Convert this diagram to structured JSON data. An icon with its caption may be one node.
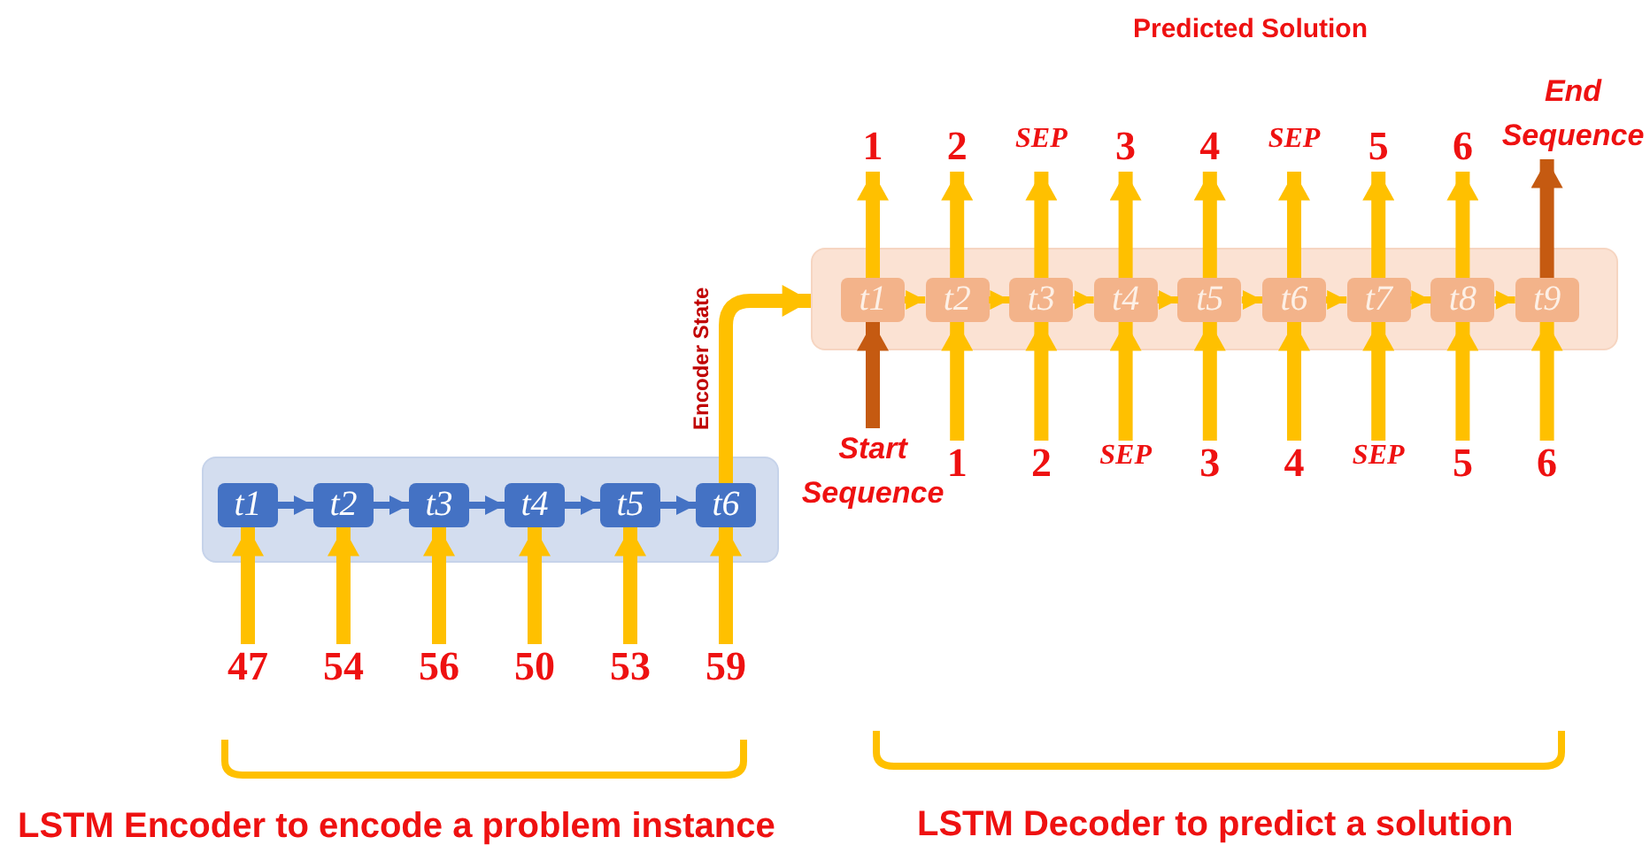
{
  "diagram": {
    "title": "Predicted Solution",
    "nodes": [
      {
        "text": [],
        "shape": "box"
      },
      {
        "text": [
          "t1"
        ],
        "in": 0
      },
      {
        "text": [
          "t2"
        ],
        "in": 0
      },
      {
        "text": [
          "t3"
        ],
        "in": 0
      },
      {
        "text": [
          "t4"
        ],
        "in": 0
      },
      {
        "text": [
          "t5"
        ],
        "in": 0
      },
      {
        "text": [
          "t6"
        ],
        "in": 0
      },
      {
        "text": [
          "47"
        ]
      },
      {
        "text": [
          "54"
        ]
      },
      {
        "text": [
          "56"
        ]
      },
      {
        "text": [
          "50"
        ]
      },
      {
        "text": [
          "53"
        ]
      },
      {
        "text": [
          "59"
        ]
      },
      {
        "text": [],
        "shape": "box"
      },
      {
        "text": [
          "t1"
        ],
        "in": 13
      },
      {
        "text": [
          "t2"
        ],
        "in": 13
      },
      {
        "text": [
          "t3"
        ],
        "in": 13
      },
      {
        "text": [
          "t4"
        ],
        "in": 13
      },
      {
        "text": [
          "t5"
        ],
        "in": 13
      },
      {
        "text": [
          "t6"
        ],
        "in": 13
      },
      {
        "text": [
          "t7"
        ],
        "in": 13
      },
      {
        "text": [
          "t8"
        ],
        "in": 13
      },
      {
        "text": [
          "t9"
        ],
        "in": 13
      },
      {
        "text": [
          "Start Sequence"
        ]
      },
      {
        "text": [
          "1"
        ]
      },
      {
        "text": [
          "2"
        ]
      },
      {
        "text": [
          "SEP"
        ]
      },
      {
        "text": [
          "3"
        ]
      },
      {
        "text": [
          "4"
        ]
      },
      {
        "text": [
          "SEP"
        ]
      },
      {
        "text": [
          "5"
        ]
      },
      {
        "text": [
          "6"
        ]
      },
      {
        "text": [
          "1"
        ]
      },
      {
        "text": [
          "2"
        ]
      },
      {
        "text": [
          "SEP"
        ]
      },
      {
        "text": [
          "3"
        ]
      },
      {
        "text": [
          "4"
        ]
      },
      {
        "text": [
          "SEP"
        ]
      },
      {
        "text": [
          "5"
        ]
      },
      {
        "text": [
          "6"
        ]
      },
      {
        "text": [
          "End Sequence"
        ]
      }
    ],
    "edges": [
      {
        "from": 1,
        "to": 2,
        "arrow": "to",
        "color": "#4472c4"
      },
      {
        "from": 2,
        "to": 3,
        "arrow": "to",
        "color": "#4472c4"
      },
      {
        "from": 3,
        "to": 4,
        "arrow": "to",
        "color": "#4472c4"
      },
      {
        "from": 4,
        "to": 5,
        "arrow": "to",
        "color": "#4472c4"
      },
      {
        "from": 5,
        "to": 6,
        "arrow": "to",
        "color": "#4472c4"
      },
      {
        "from": 7,
        "to": 1,
        "arrow": "to"
      },
      {
        "from": 8,
        "to": 2,
        "arrow": "to"
      },
      {
        "from": 9,
        "to": 3,
        "arrow": "to"
      },
      {
        "from": 10,
        "to": 4,
        "arrow": "to"
      },
      {
        "from": 11,
        "to": 5,
        "arrow": "to"
      },
      {
        "from": 12,
        "to": 6,
        "arrow": "to"
      },
      {
        "from": 6,
        "to": 13,
        "arrow": "to",
        "label": "Encoder State"
      },
      {
        "from": 14,
        "to": 15,
        "arrow": "to"
      },
      {
        "from": 15,
        "to": 16,
        "arrow": "to"
      },
      {
        "from": 16,
        "to": 17,
        "arrow": "to"
      },
      {
        "from": 17,
        "to": 18,
        "arrow": "to"
      },
      {
        "from": 18,
        "to": 19,
        "arrow": "to"
      },
      {
        "from": 19,
        "to": 20,
        "arrow": "to"
      },
      {
        "from": 20,
        "to": 21,
        "arrow": "to"
      },
      {
        "from": 21,
        "to": 22,
        "arrow": "to"
      },
      {
        "from": 23,
        "to": 14,
        "arrow": "to",
        "color": "#c55a11"
      },
      {
        "from": 24,
        "to": 15,
        "arrow": "to"
      },
      {
        "from": 25,
        "to": 16,
        "arrow": "to"
      },
      {
        "from": 26,
        "to": 17,
        "arrow": "to"
      },
      {
        "from": 27,
        "to": 18,
        "arrow": "to"
      },
      {
        "from": 28,
        "to": 19,
        "arrow": "to"
      },
      {
        "from": 29,
        "to": 20,
        "arrow": "to"
      },
      {
        "from": 30,
        "to": 21,
        "arrow": "to"
      },
      {
        "from": 31,
        "to": 22,
        "arrow": "to"
      },
      {
        "from": 14,
        "to": 32,
        "arrow": "to"
      },
      {
        "from": 15,
        "to": 33,
        "arrow": "to"
      },
      {
        "from": 16,
        "to": 34,
        "arrow": "to"
      },
      {
        "from": 17,
        "to": 35,
        "arrow": "to"
      },
      {
        "from": 18,
        "to": 36,
        "arrow": "to"
      },
      {
        "from": 19,
        "to": 37,
        "arrow": "to"
      },
      {
        "from": 20,
        "to": 38,
        "arrow": "to"
      },
      {
        "from": 21,
        "to": 39,
        "arrow": "to"
      },
      {
        "from": 22,
        "to": 40,
        "arrow": "to",
        "color": "#c55a11"
      }
    ],
    "labels": [
      "LSTM Encoder to encode a problem instance",
      "LSTM Decoder to predict a solution"
    ]
  }
}
